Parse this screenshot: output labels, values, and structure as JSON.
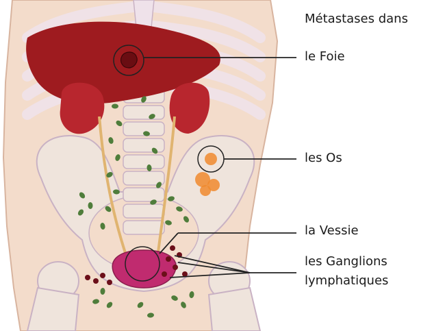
{
  "title": "Métastases dans",
  "labels": {
    "liver": "le Foie",
    "bones": "les Os",
    "bladder": "la Vessie",
    "lymph_line1": "les Ganglions",
    "lymph_line2": "lymphatiques"
  },
  "colors": {
    "skin": "#f3dccb",
    "skin_outline": "#d8b49f",
    "rib": "#efe2ea",
    "rib_outline": "#c9b2c4",
    "liver": "#9e1b1f",
    "kidney": "#b8262e",
    "bone": "#efe4dc",
    "lymph_node": "#4f7d3b",
    "lymph_metastasis": "#6b0f1a",
    "bladder": "#c02b6f",
    "bone_lesion": "#f08a2e",
    "leader_line": "#222222"
  }
}
